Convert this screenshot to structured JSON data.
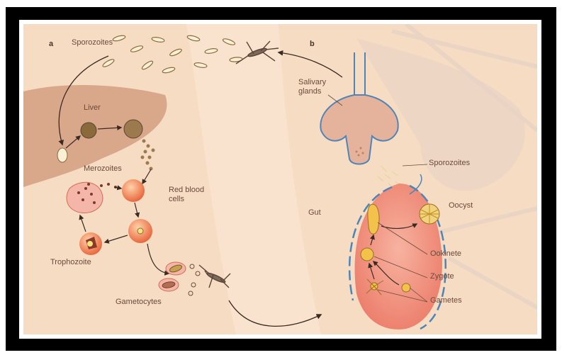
{
  "panels": {
    "a": "a",
    "b": "b"
  },
  "labels": {
    "sporozoites_a": "Sporozoites",
    "liver": "Liver",
    "merozoites": "Merozoites",
    "red_blood_cells": "Red blood\ncells",
    "trophozoite": "Trophozoite",
    "gametocytes": "Gametocytes",
    "salivary_glands": "Salivary\nglands",
    "sporozoites_b": "Sporozoites",
    "gut": "Gut",
    "oocyst": "Oocyst",
    "ookinete": "Ookinete",
    "zygote": "Zygote",
    "gametes": "Gametes"
  },
  "colors": {
    "frame": "#000000",
    "background": "#f6dcc3",
    "liver": "#d9a88b",
    "gut": "#f08a78",
    "gut_wall": "#4f84b6",
    "gland": "#e5b39b",
    "cell": "#f19a6a",
    "parasite": "#8a6a3a"
  },
  "icons": {
    "mosquito_top": "mosquito-icon",
    "mosquito_bottom": "mosquito-icon"
  }
}
